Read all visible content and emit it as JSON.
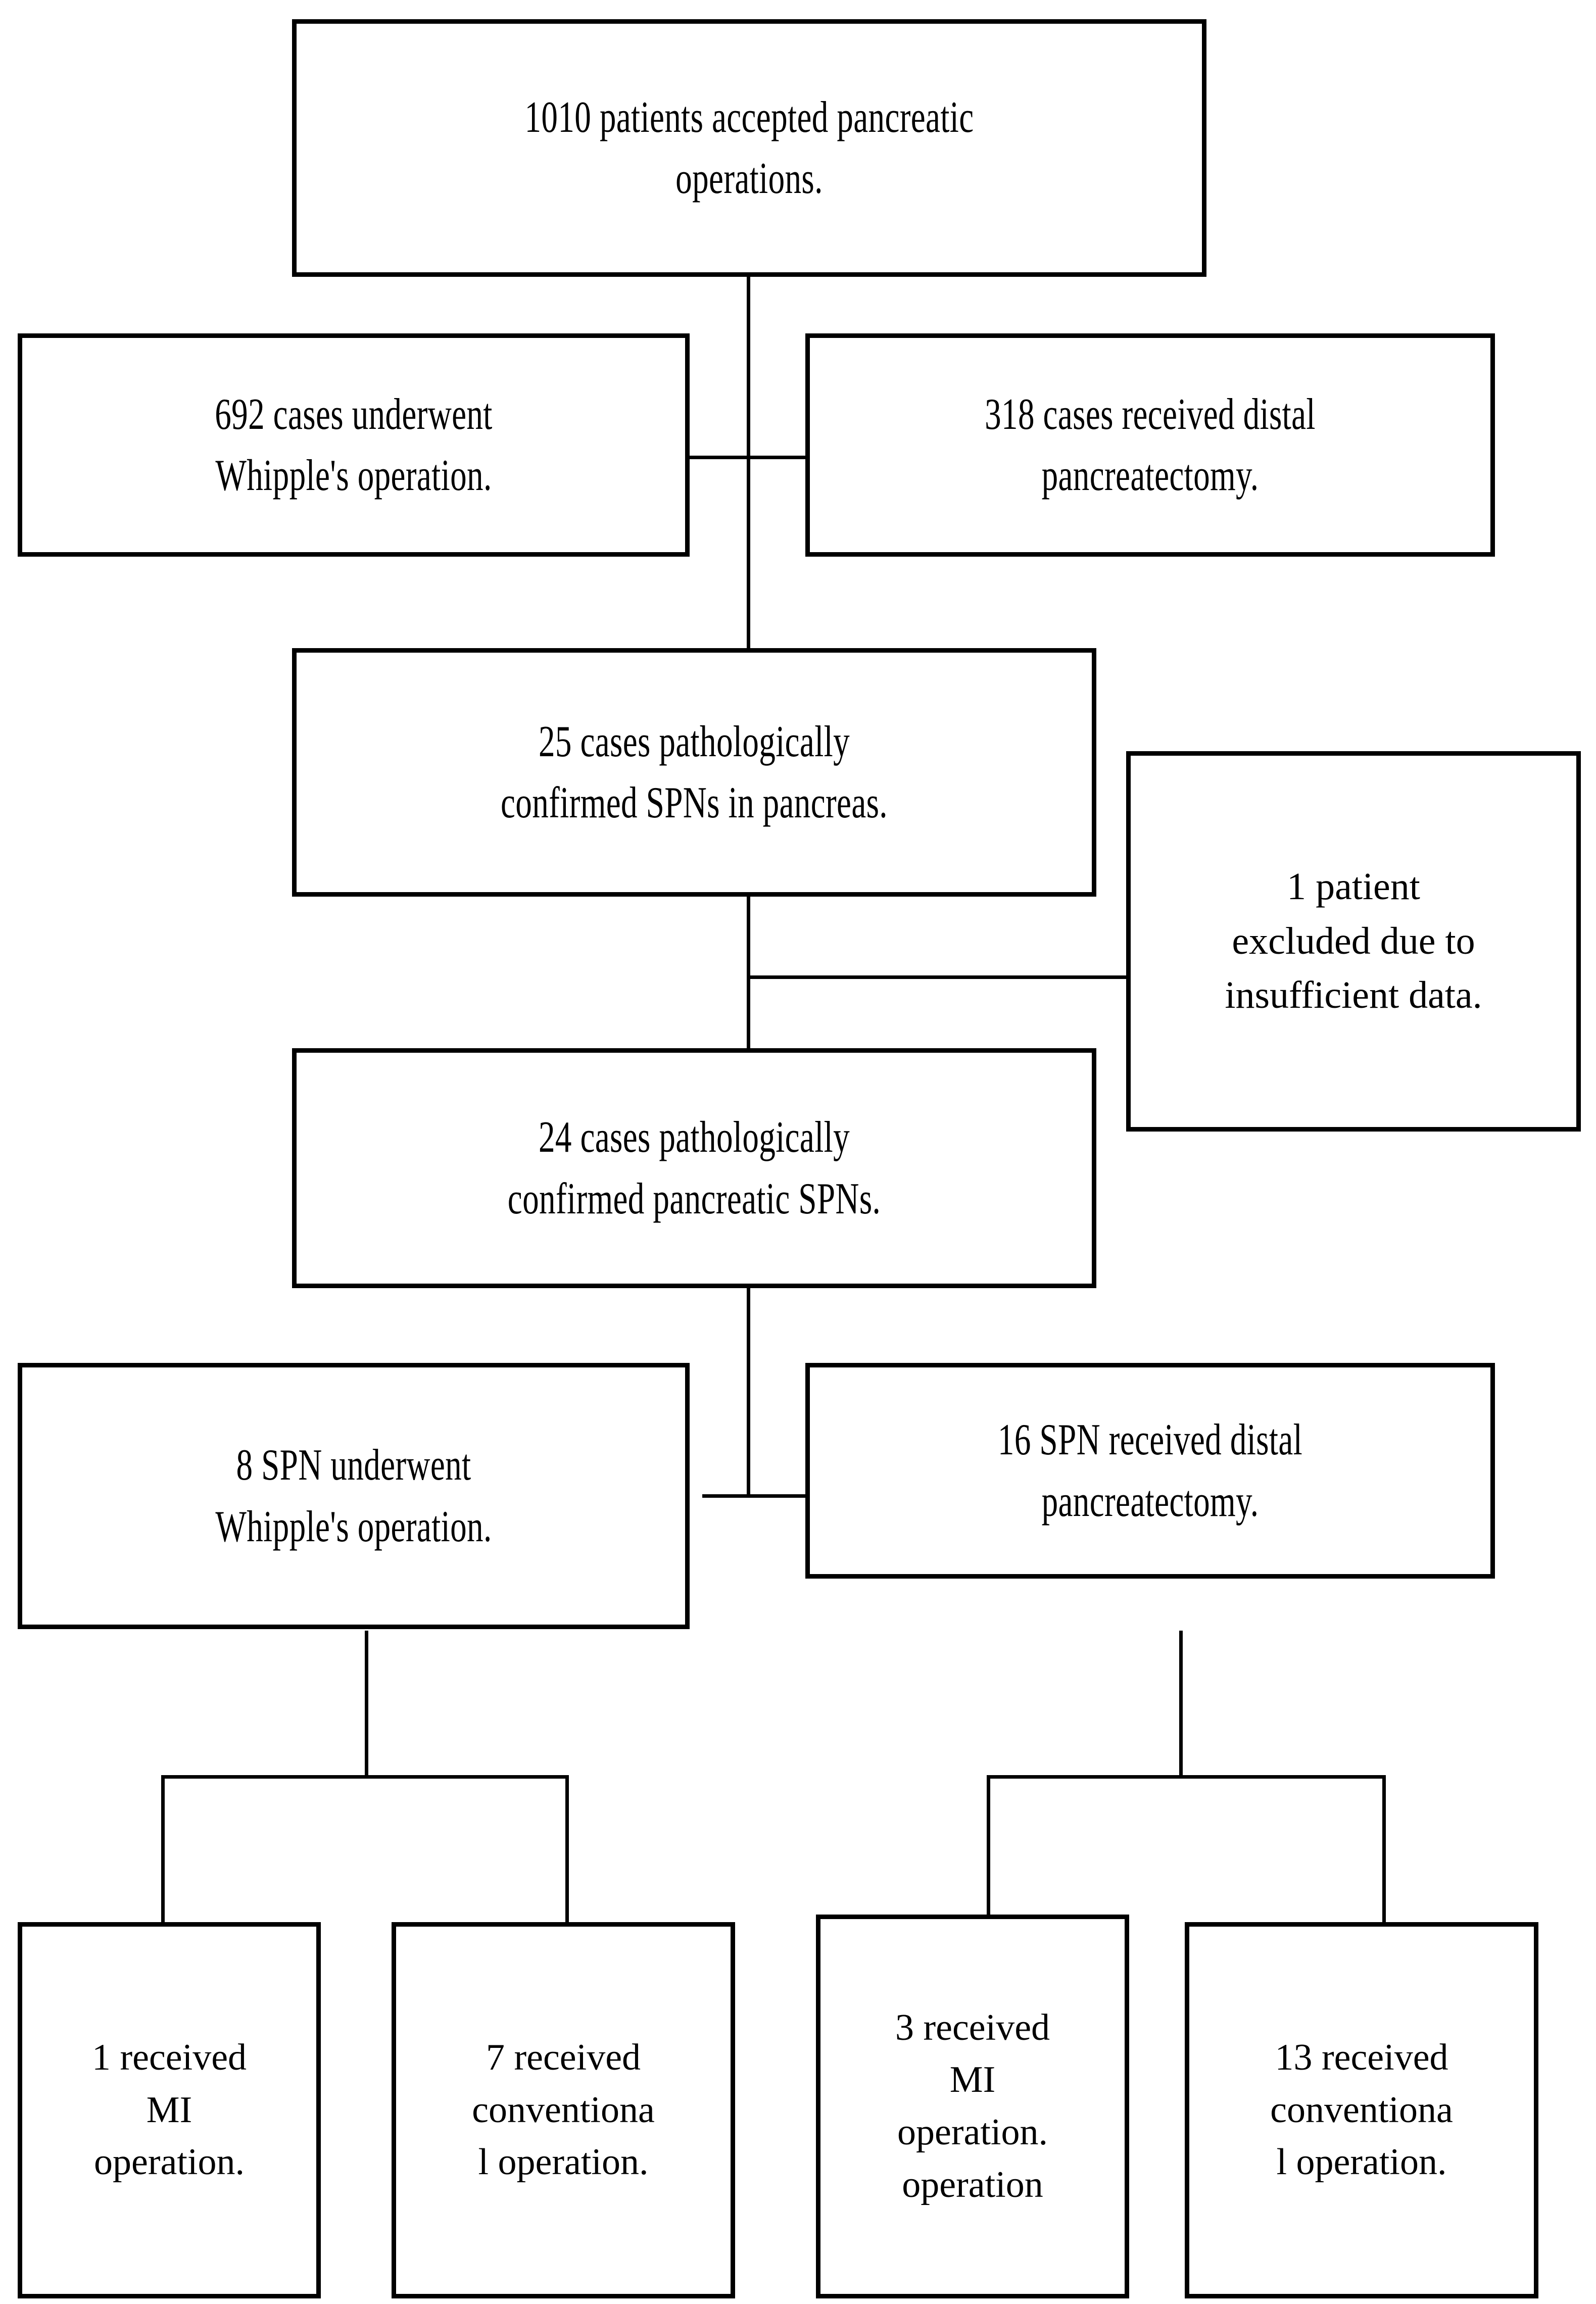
{
  "chart_data": {
    "type": "flowchart",
    "title": "Patient selection flow diagram for pancreatic solid pseudopapillary neoplasms (SPNs)",
    "nodes": [
      {
        "id": "n1",
        "label": "1010 patients accepted pancreatic\noperations.",
        "count": 1010,
        "level": 0
      },
      {
        "id": "n2",
        "label": "692 cases underwent\nWhipple's operation.",
        "count": 692,
        "level": 1
      },
      {
        "id": "n3",
        "label": "318 cases received distal\npancreatectomy.",
        "count": 318,
        "level": 1
      },
      {
        "id": "n4",
        "label": "25 cases pathologically\nconfirmed SPNs in  pancreas.",
        "count": 25,
        "level": 2
      },
      {
        "id": "n5",
        "label": "1 patient\nexcluded due to\ninsufficient data.",
        "count": 1,
        "level": 2
      },
      {
        "id": "n6",
        "label": "24 cases pathologically\nconfirmed pancreatic SPNs.",
        "count": 24,
        "level": 3
      },
      {
        "id": "n7",
        "label": "8 SPN underwent\nWhipple's operation.",
        "count": 8,
        "level": 4
      },
      {
        "id": "n8",
        "label": "16 SPN received distal\npancreatectomy.",
        "count": 16,
        "level": 4
      },
      {
        "id": "n9",
        "label": "1 received\nMI\noperation.",
        "count": 1,
        "level": 5
      },
      {
        "id": "n10",
        "label": "7 received\nconventiona\nl operation.",
        "count": 7,
        "level": 5
      },
      {
        "id": "n11",
        "label": "3 received\nMI\noperation.\noperation",
        "count": 3,
        "level": 5
      },
      {
        "id": "n12",
        "label": "13 received\nconventiona\nl operation.",
        "count": 13,
        "level": 5
      }
    ],
    "edges": [
      {
        "from": "n1",
        "to": "n2"
      },
      {
        "from": "n1",
        "to": "n3"
      },
      {
        "from": "n1",
        "to": "n4"
      },
      {
        "from": "n4",
        "to": "n5"
      },
      {
        "from": "n4",
        "to": "n6"
      },
      {
        "from": "n6",
        "to": "n7"
      },
      {
        "from": "n6",
        "to": "n8"
      },
      {
        "from": "n7",
        "to": "n9"
      },
      {
        "from": "n7",
        "to": "n10"
      },
      {
        "from": "n8",
        "to": "n11"
      },
      {
        "from": "n8",
        "to": "n12"
      }
    ],
    "colors": {
      "stroke": "#000000",
      "fill": "#ffffff",
      "text": "#000000"
    }
  },
  "flow": {
    "box_total_operations": "1010 patients accepted pancreatic\noperations.",
    "box_whipple_all": "692 cases underwent\nWhipple's operation.",
    "box_distal_all": "318 cases received distal\npancreatectomy.",
    "box_spn_25": "25 cases pathologically\nconfirmed SPNs in  pancreas.",
    "box_excluded": "1 patient\nexcluded due to\ninsufficient data.",
    "box_spn_24": "24 cases pathologically\nconfirmed pancreatic SPNs.",
    "box_spn_whipple": "8 SPN underwent\nWhipple's operation.",
    "box_spn_distal": "16 SPN received distal\npancreatectomy.",
    "box_whipple_mi": "1 received\nMI\noperation.",
    "box_whipple_conv": "7 received\nconventiona\nl operation.",
    "box_distal_mi": "3 received\nMI\noperation.\noperation",
    "box_distal_conv": "13 received\nconventiona\nl operation."
  }
}
